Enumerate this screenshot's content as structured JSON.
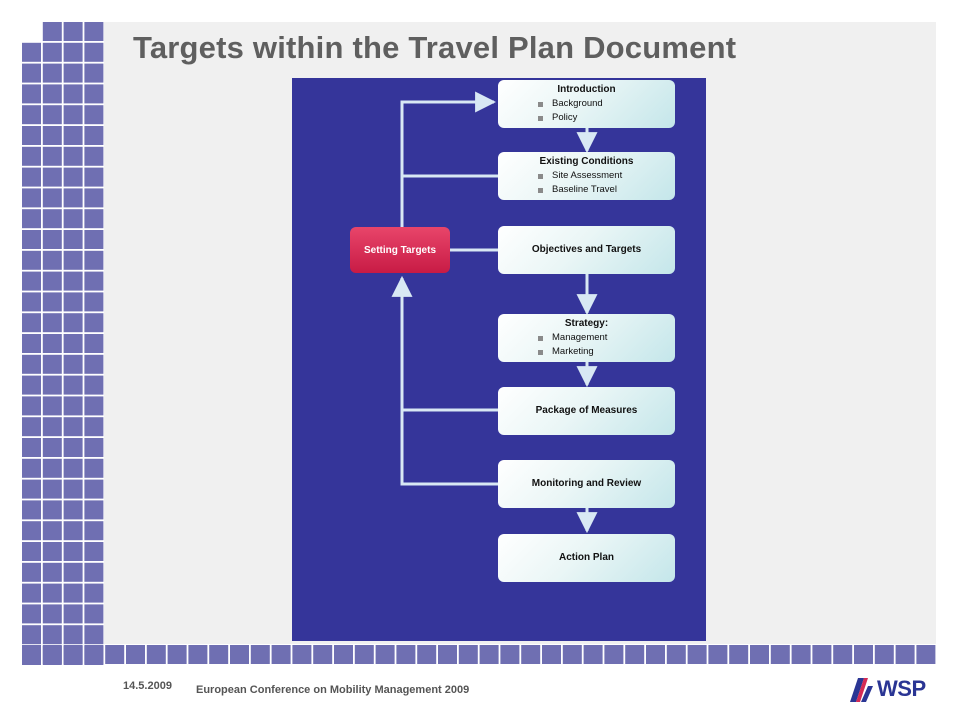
{
  "slide": {
    "title": "Targets within the Travel Plan Document"
  },
  "diagram": {
    "steps": [
      {
        "title": "Introduction",
        "bullets": [
          "Background",
          "Policy"
        ]
      },
      {
        "title": "Existing Conditions",
        "bullets": [
          "Site Assessment",
          "Baseline Travel"
        ]
      },
      {
        "title": "Objectives and Targets",
        "bullets": []
      },
      {
        "title": "Strategy:",
        "bullets": [
          "Management",
          "Marketing"
        ]
      },
      {
        "title": "Package of Measures",
        "bullets": []
      },
      {
        "title": "Monitoring and Review",
        "bullets": []
      },
      {
        "title": "Action Plan",
        "bullets": []
      }
    ],
    "side_box": "Setting Targets"
  },
  "footer": {
    "date": "14.5.2009",
    "conference": "European Conference  on Mobility Management  2009",
    "logo_text": "WSP"
  },
  "colors": {
    "diagram_background": "#35359a",
    "grid_tile": "#6f6fb2",
    "highlight": "#d42b55",
    "title_text": "#5f5f5f",
    "logo": "#2a3594"
  }
}
